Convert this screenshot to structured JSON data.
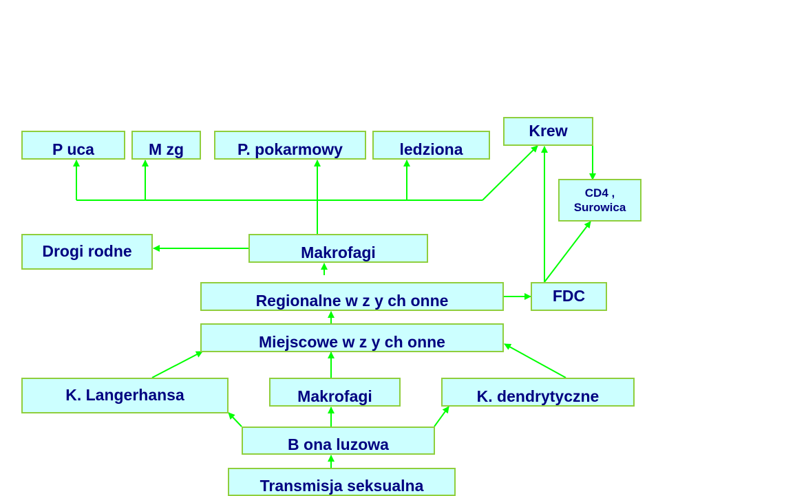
{
  "colors": {
    "box_fill": "#ccffff",
    "box_border": "#8fce3c",
    "text": "#000080",
    "arrow": "#00ff00"
  },
  "nodes": {
    "pluca": "P uca",
    "mozg": "M  zg",
    "przewod": "P. pokarmowy",
    "sledziona": "ledziona",
    "krew": "Krew",
    "cd4": "CD4 ,\nSurowica",
    "drogi": "Drogi rodne",
    "makrofagi_top": "Makrofagi",
    "regionalne": "Regionalne w  z y ch onne",
    "fdc": "FDC",
    "miejscowe": "Miejscowe w  z y ch onne",
    "langerhans": "K. Langerhansa",
    "makrofagi_bottom": "Makrofagi",
    "dendrytyczne": "K. dendrytyczne",
    "blona": "B ona   luzowa",
    "transmisja": "Transmisja seksualna"
  }
}
